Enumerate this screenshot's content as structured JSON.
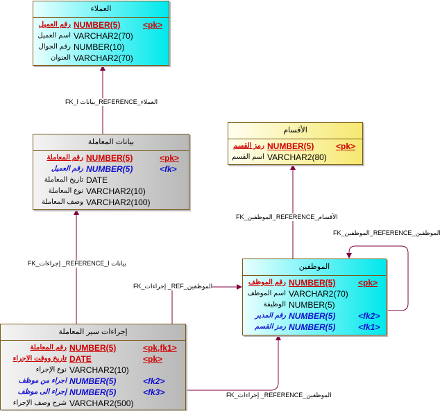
{
  "colors": {
    "line": "#800040",
    "pk": "#d00000",
    "fk": "#1010d0"
  },
  "tables": [
    {
      "id": "customers",
      "title": "العملاء",
      "style": "cyan",
      "cols": [
        0,
        58,
        158
      ],
      "rows": [
        {
          "name": "رقم العميل",
          "type": "NUMBER(5)",
          "key": "<pk>",
          "kind": "pk"
        },
        {
          "name": "اسم العميل",
          "type": "VARCHAR2(70)",
          "key": "",
          "kind": "plain"
        },
        {
          "name": "رقم الجوال",
          "type": "NUMBER(10)",
          "key": "",
          "kind": "plain"
        },
        {
          "name": "العنوان",
          "type": "VARCHAR2(70)",
          "key": "",
          "kind": "plain"
        }
      ]
    },
    {
      "id": "transaction-data",
      "title": "بيانات المعاملة",
      "style": "gray",
      "cols": [
        0,
        76,
        182
      ],
      "rows": [
        {
          "name": "رقم المعاملة",
          "type": "NUMBER(5)",
          "key": "<pk>",
          "kind": "pk"
        },
        {
          "name": "رقم العميل",
          "type": "NUMBER(5)",
          "key": "<fk>",
          "kind": "fk"
        },
        {
          "name": "تاريخ المعاملة",
          "type": "DATE",
          "key": "",
          "kind": "plain"
        },
        {
          "name": "نوع المعاملة",
          "type": "VARCHAR2(10)",
          "key": "",
          "kind": "plain"
        },
        {
          "name": "وصف المعاملة",
          "type": "VARCHAR2(100)",
          "key": "",
          "kind": "plain"
        }
      ]
    },
    {
      "id": "departments",
      "title": "الأقسام",
      "style": "yellow",
      "cols": [
        0,
        56,
        155
      ],
      "rows": [
        {
          "name": "رمز القسم",
          "type": "NUMBER(5)",
          "key": "<pk>",
          "kind": "pk"
        },
        {
          "name": "اسم القسم",
          "type": "VARCHAR2(80)",
          "key": "",
          "kind": "plain"
        }
      ]
    },
    {
      "id": "employees",
      "title": "الموظفين",
      "style": "cyan",
      "cols": [
        0,
        66,
        166
      ],
      "rows": [
        {
          "name": "رقم الموظف",
          "type": "NUMBER(5)",
          "key": "<pk>",
          "kind": "pk"
        },
        {
          "name": "اسم الموظف",
          "type": "VARCHAR2(70)",
          "key": "",
          "kind": "plain"
        },
        {
          "name": "الوظيفة",
          "type": "NUMBER(5)",
          "key": "",
          "kind": "plain"
        },
        {
          "name": "رقم المدير",
          "type": "NUMBER(5)",
          "key": "<fk2>",
          "kind": "fk"
        },
        {
          "name": "رمز القسم",
          "type": "NUMBER(5)",
          "key": "<fk1>",
          "kind": "fk"
        }
      ]
    },
    {
      "id": "transaction-procedures",
      "title": "إجراءات سير المعاملة",
      "style": "gray",
      "cols": [
        0,
        99,
        205
      ],
      "rows": [
        {
          "name": "رقم المعاملة",
          "type": "NUMBER(5)",
          "key": "<pk,fk1>",
          "kind": "pk"
        },
        {
          "name": "تاريخ ووقت الاجراء",
          "type": "DATE",
          "key": "<pk>",
          "kind": "pk"
        },
        {
          "name": "نوع الإجراء",
          "type": "VARCHAR2(10)",
          "key": "",
          "kind": "plain"
        },
        {
          "name": "اجراء من موظف",
          "type": "NUMBER(5)",
          "key": "<fk2>",
          "kind": "fk"
        },
        {
          "name": "إجراء الى موظف",
          "type": "NUMBER(5)",
          "key": "<fk3>",
          "kind": "fk"
        },
        {
          "name": "شرح وصف الإجراء",
          "type": "VARCHAR2(500)",
          "key": "",
          "kind": "plain"
        }
      ]
    }
  ],
  "links": [
    {
      "label": "FK_بيانات ا_REFERENCE_العملاء"
    },
    {
      "label": "FK_إجراءات _REFERENCE_بيانات ا"
    },
    {
      "label": "FK_إجراءات _REF_الموظفين"
    },
    {
      "label": "FK_الموظفين_REFERENCE_الأقسام"
    },
    {
      "label": "FK_الموظفين_REFERENCE_الموظفين"
    },
    {
      "label": "FK_إجراءات _REFERENCE_الموظفين"
    }
  ]
}
